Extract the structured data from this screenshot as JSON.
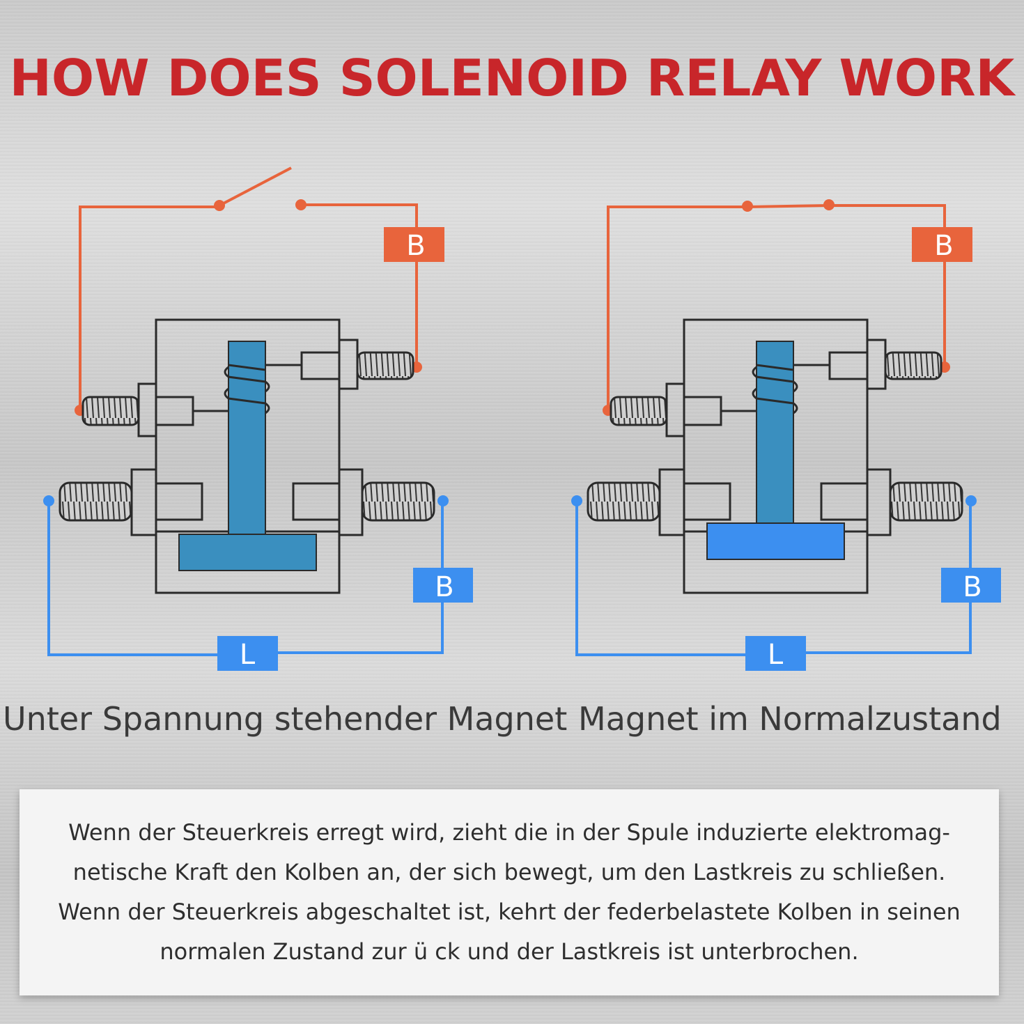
{
  "title": "HOW DOES SOLENOID RELAY WORK",
  "diagrams": [
    {
      "caption": "Unter Spannung stehender Magnet",
      "control_label": "B",
      "load_label_b": "B",
      "load_label_l": "L",
      "switch_state": "open",
      "plunger_color": "#3a8fbf"
    },
    {
      "caption": "Magnet im Normalzustand",
      "control_label": "B",
      "load_label_b": "B",
      "load_label_l": "L",
      "switch_state": "closed",
      "plunger_color": "#3a8fbf",
      "plate_color": "#3c8ff0"
    }
  ],
  "description": "Wenn der Steuerkreis erregt wird, zieht die in der Spule induzierte elektromag- netische Kraft den Kolben an, der sich bewegt, um den Lastkreis zu schließen. Wenn der Steuerkreis abgeschaltet ist, kehrt der federbelastete Kolben in seinen normalen Zustand zur ü ck und der Lastkreis ist unterbrochen.",
  "colors": {
    "title": "#c8262a",
    "control_wire": "#e8643c",
    "load_wire": "#3c8ff0",
    "outline": "#2a2a2a"
  }
}
